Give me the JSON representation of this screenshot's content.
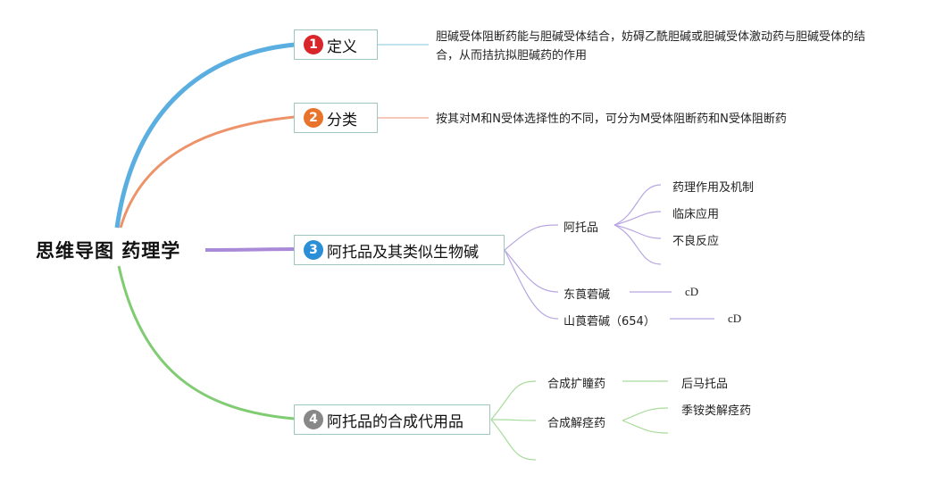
{
  "root": {
    "title": "思维导图 药理学"
  },
  "branches": [
    {
      "num": "1",
      "label": "定义",
      "color": "#d9262b",
      "line_color": "#5aaee0",
      "description": "胆碱受体阻断药能与胆碱受体结合，妨碍乙酰胆碱或胆碱受体激动药与胆碱受体的结合，从而拮抗拟胆碱药的作用"
    },
    {
      "num": "2",
      "label": "分类",
      "color": "#e8732a",
      "line_color": "#ee926a",
      "description": "按其对M和N受体选择性的不同，可分为M受体阻断药和N受体阻断药"
    },
    {
      "num": "3",
      "label": "阿托品及其类似生物碱",
      "color": "#2a8fd6",
      "line_color": "#a98ad8",
      "children": [
        {
          "label": "阿托品",
          "children": [
            "药理作用及机制",
            "临床应用",
            "不良反应",
            ""
          ]
        },
        {
          "label": "东莨菪碱",
          "children": [
            "cD"
          ]
        },
        {
          "label": "山莨菪碱（654）",
          "children": [
            "cD"
          ]
        }
      ]
    },
    {
      "num": "4",
      "label": "阿托品的合成代用品",
      "color": "#888888",
      "line_color": "#80cc72",
      "children": [
        {
          "label": "合成扩瞳药",
          "children": [
            "后马托品"
          ]
        },
        {
          "label": "合成解痉药",
          "children": [
            "季铵类解痉药",
            ""
          ]
        },
        {
          "label": "",
          "children": []
        }
      ]
    }
  ]
}
